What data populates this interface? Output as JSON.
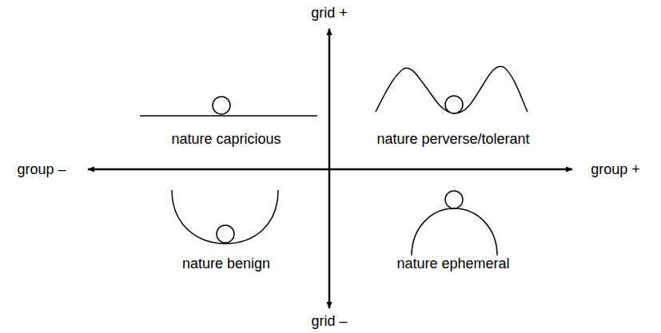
{
  "diagram": {
    "labels": [
      "grid +",
      "nature capricious",
      "nature perverse/tolerant",
      "group –",
      "group +",
      "nature benign",
      "nature ephemeral",
      "grid –"
    ]
  }
}
